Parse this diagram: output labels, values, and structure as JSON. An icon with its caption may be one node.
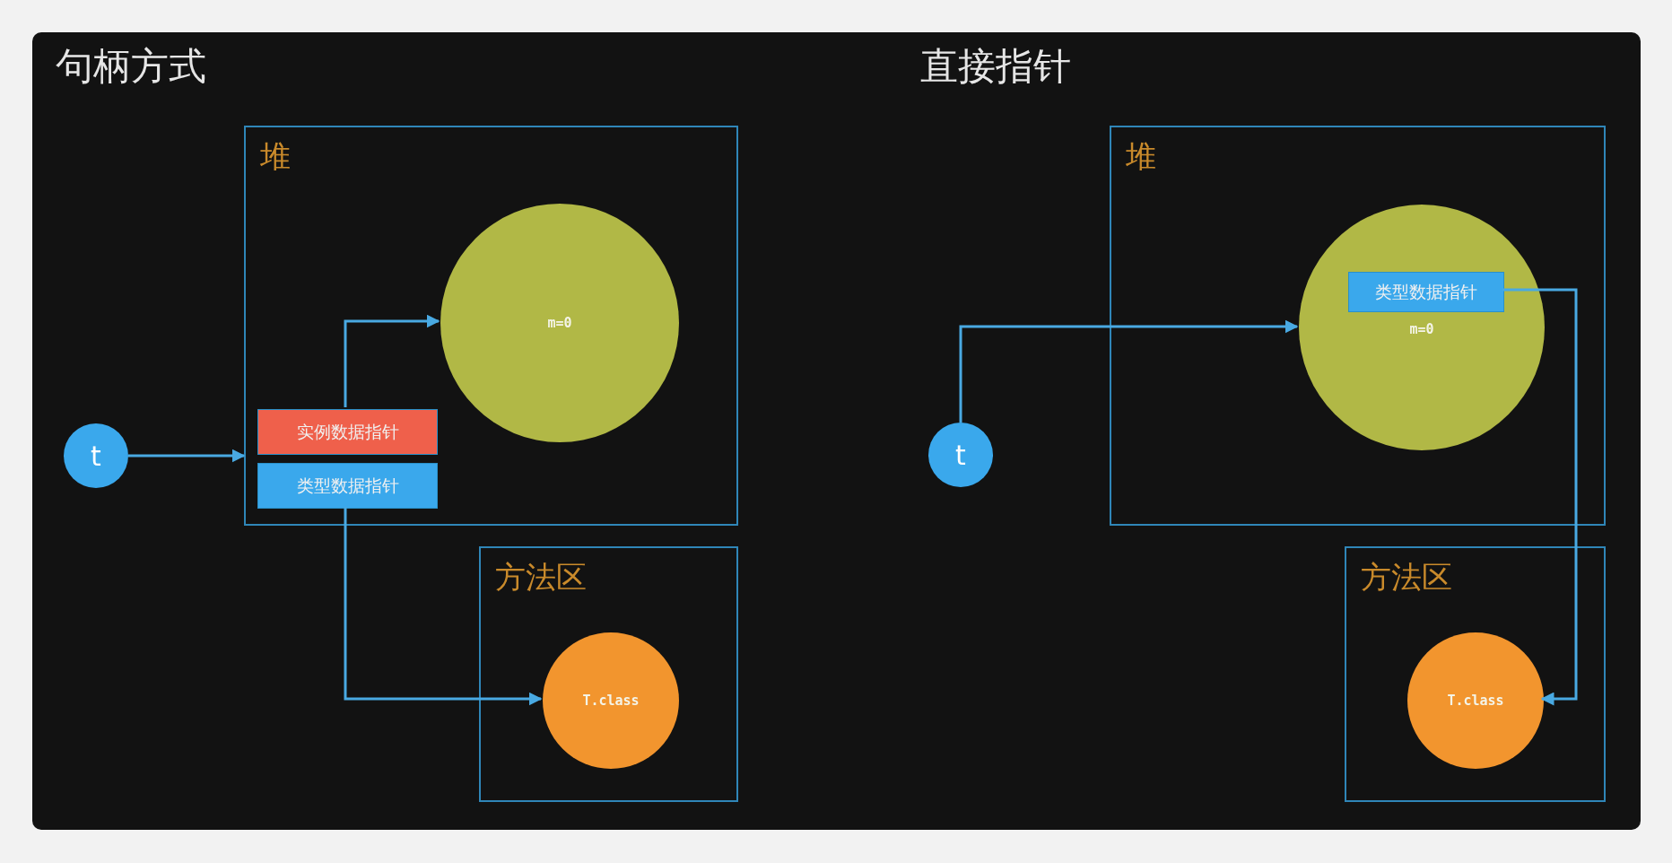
{
  "diagram": {
    "nodes": [
      {
        "text": [
          "堆"
        ]
      },
      {
        "text": [
          "m=0"
        ],
        "in": 0
      },
      {
        "text": [
          "实例数据指针"
        ],
        "in": 0
      },
      {
        "text": [
          "类型数据指针"
        ],
        "in": 0
      },
      {
        "text": [
          "t"
        ]
      },
      {
        "text": [
          "方法区"
        ]
      },
      {
        "text": [
          "T.class"
        ],
        "in": 5
      },
      {
        "text": [
          "堆"
        ]
      },
      {
        "text": [
          "m=0"
        ],
        "in": 7
      },
      {
        "text": [
          "类型数据指针"
        ],
        "in": 8
      },
      {
        "text": [
          "t"
        ]
      },
      {
        "text": [
          "方法区"
        ]
      },
      {
        "text": [
          "T.class"
        ],
        "in": 11
      }
    ],
    "edges": [
      {
        "from": 4,
        "to": 0,
        "arrow": "to"
      },
      {
        "from": 2,
        "to": 1,
        "arrow": "to"
      },
      {
        "from": 3,
        "to": 6,
        "arrow": "to"
      },
      {
        "from": 10,
        "to": 8,
        "arrow": "to"
      },
      {
        "from": 9,
        "to": 12,
        "arrow": "to"
      }
    ],
    "labels": [
      "句柄方式",
      "直接指针"
    ]
  }
}
